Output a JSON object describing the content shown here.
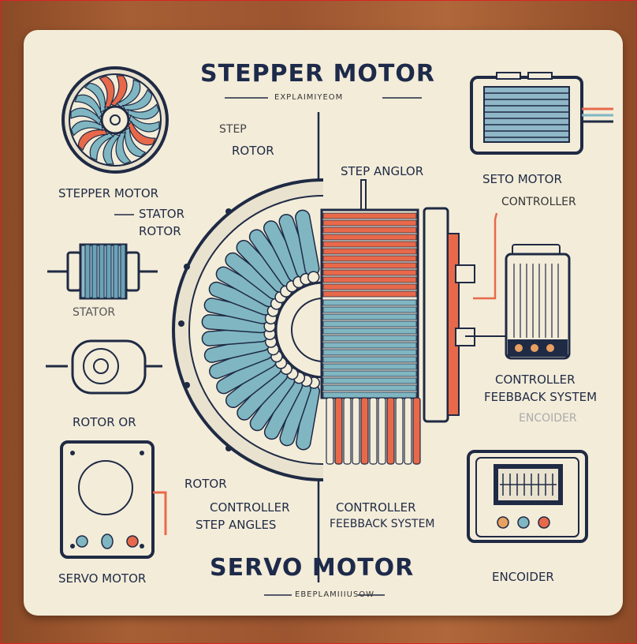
{
  "title_top": "STEPPER MOTOR",
  "subtitle_top": "EXPLAIMIYEOM",
  "title_bottom": "SERVO MOTOR",
  "subtitle_bottom": "EBEPLAMIIIUSOW",
  "labels": {
    "step": "STEP",
    "rotor_top": "ROTOR",
    "step_anglor": "STEP ANGLOR",
    "seto_motor": "SETO MOTOR",
    "controller_top": "CONTROLLER",
    "stepper_motor": "STEPPER MOTOR",
    "stator_dash": "STATOR",
    "rotor_left": "ROTOR",
    "stator": "STATOR",
    "rotor_or": "ROTOR OR",
    "rotor_bottom": "ROTOR",
    "controller_bl": "CONTROLLER",
    "step_angles": "STEP   ANGLES",
    "controller_bc": "CONTROLLER",
    "feedback_bc": "FEEBBACK SYSTEM",
    "controller_r": "CONTROLLER",
    "feedback_r": "FEEBBACK SYSTEM",
    "encoder_faint": "ENCOIDER",
    "servo_motor": "SERVO MOTOR",
    "encoder": "ENCOIDER"
  },
  "colors": {
    "navy": "#1f2a44",
    "coral": "#e8694a",
    "teal": "#7fb6c2",
    "cream": "#f3ecd9",
    "wood": "#9c5530"
  }
}
